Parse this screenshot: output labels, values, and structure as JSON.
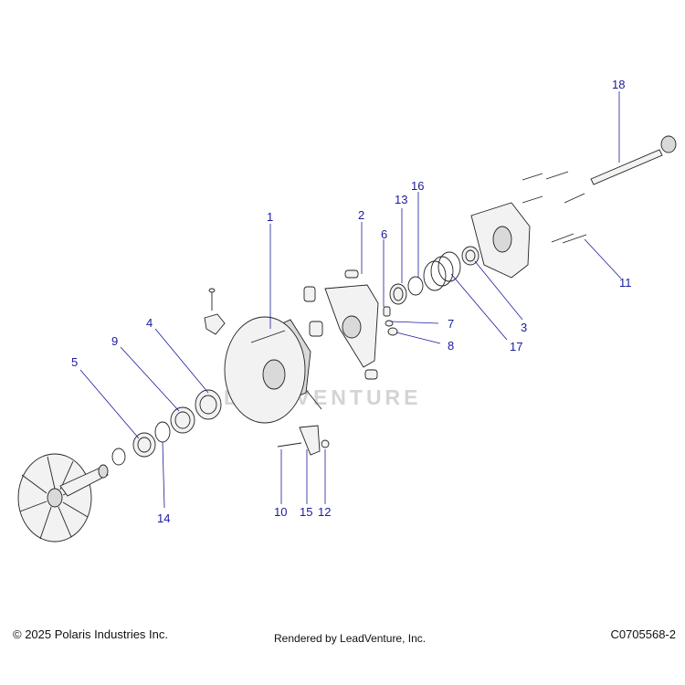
{
  "diagram": {
    "callouts": [
      "1",
      "2",
      "3",
      "4",
      "5",
      "6",
      "7",
      "8",
      "9",
      "10",
      "11",
      "12",
      "13",
      "14",
      "15",
      "16",
      "17",
      "18"
    ]
  },
  "footer": {
    "copyright": "© 2025 Polaris Industries Inc.",
    "rendered_by": "Rendered by LeadVenture, Inc.",
    "diagram_code": "C0705568-2"
  },
  "watermark": {
    "text": "LEADVENTURE"
  },
  "colors": {
    "callout": "#1a1a9e",
    "line": "#222222"
  }
}
